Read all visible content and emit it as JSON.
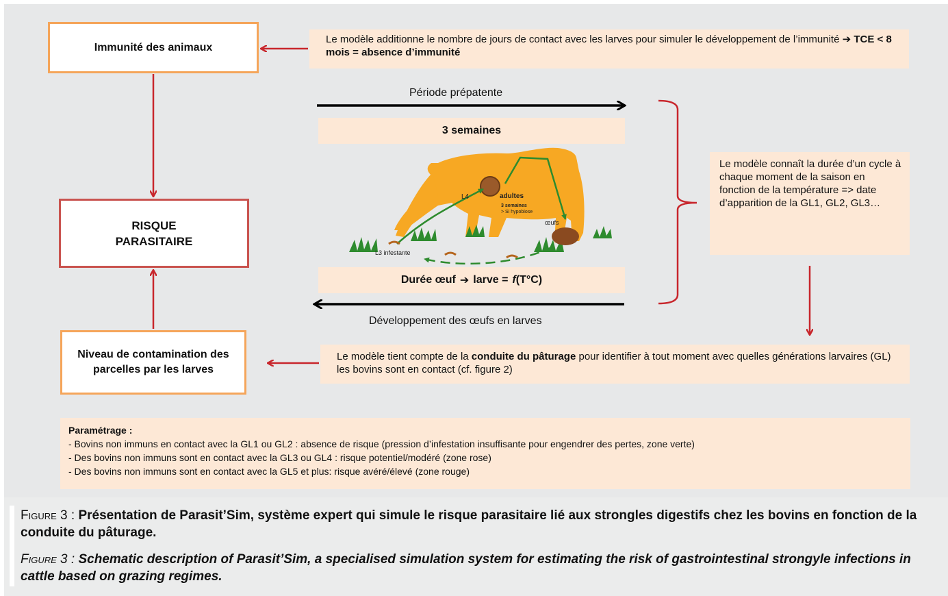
{
  "boxes": {
    "immunite": "Immunité des animaux",
    "risque_line1": "RISQUE",
    "risque_line2": "PARASITAIRE",
    "niveau": "Niveau de contamination des parcelles par les larves"
  },
  "notes": {
    "immunite_text": "Le modèle additionne le nombre de jours de contact avec les larves pour simuler le développement de l’immunité",
    "immunite_arrow": "➔",
    "immunite_bold": "TCE < 8 mois = absence d’immunité",
    "periode": "Période prépatente",
    "trois_semaines": "3 semaines",
    "duree_left": "Durée œuf",
    "duree_arrow": "➔",
    "duree_mid": "larve =",
    "duree_f": "f",
    "duree_tail": "(T°C)",
    "developpement": "Développement des œufs en larves",
    "cycle": "Le modèle connaît la durée d’un cycle à chaque moment de la saison en fonction de la température => date d’apparition de la GL1, GL2, GL3…",
    "conduite_pre": "Le modèle tient compte de la",
    "conduite_bold": "conduite du pâturage",
    "conduite_post": "pour identifier à tout moment avec quelles générations larvaires (GL) les bovins sont en contact (cf. figure 2)"
  },
  "illustration": {
    "l4": "L4",
    "adultes": "adultes",
    "semaines": "3 semaines",
    "hypobiose": "> Si hypobiose",
    "oeufs": "œufs",
    "l3": "L3 infestante"
  },
  "parametrage": {
    "title": "Paramétrage :",
    "items": [
      "- Bovins non immuns en contact avec la GL1 ou GL2 : absence de risque (pression d’infestation insuffisante pour engendrer des pertes, zone verte)",
      "- Des bovins non immuns sont en contact avec la GL3 ou GL4 : risque potentiel/modéré (zone rose)",
      "- Des bovins non immuns sont en contact avec la GL5 et plus: risque avéré/élevé (zone rouge)"
    ]
  },
  "caption": {
    "fr_label": "Figure 3 :",
    "fr_text": "Présentation de Parasit’Sim, système expert qui simule le risque parasitaire lié aux strongles digestifs chez les bovins en fonction de la conduite du pâturage.",
    "en_label": "Figure 3 :",
    "en_text": "Schematic description of Parasit’Sim, a specialised simulation system for estimating the risk of gastrointestinal strongyle infections in cattle based on grazing regimes."
  },
  "colors": {
    "panel": "#e7e8e9",
    "peach": "#fde8d6",
    "orange_border": "#f5a55a",
    "red_border": "#c9534f",
    "arrow_red": "#c8262c",
    "cow": "#f7a823",
    "grass": "#2e8b2e"
  }
}
